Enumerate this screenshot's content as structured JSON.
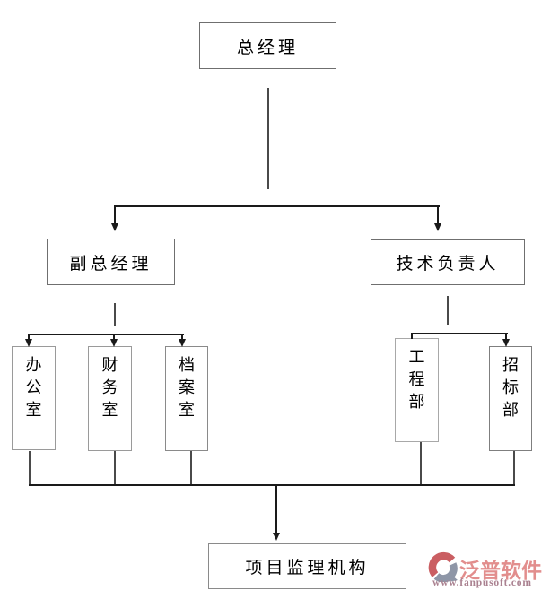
{
  "diagram": {
    "type": "org-chart",
    "nodes": {
      "general_manager": {
        "label": "总经理"
      },
      "deputy_general_manager": {
        "label": "副总经理"
      },
      "technical_director": {
        "label": "技术负责人"
      },
      "office": {
        "label": "办公室",
        "display": "办\n公\n室"
      },
      "finance_office": {
        "label": "财务室",
        "display": "财\n务\n室"
      },
      "archives_office": {
        "label": "档案室",
        "display": "档\n案\n室"
      },
      "engineering_dept": {
        "label": "工程部",
        "display": "工\n程\n部"
      },
      "bidding_dept": {
        "label": "招标部",
        "display": "招\n标\n部"
      },
      "project_supervision_org": {
        "label": "项目监理机构"
      }
    },
    "edges": [
      {
        "from": "general_manager",
        "to": "deputy_general_manager"
      },
      {
        "from": "general_manager",
        "to": "technical_director"
      },
      {
        "from": "deputy_general_manager",
        "to": "office"
      },
      {
        "from": "deputy_general_manager",
        "to": "finance_office"
      },
      {
        "from": "deputy_general_manager",
        "to": "archives_office"
      },
      {
        "from": "technical_director",
        "to": "engineering_dept"
      },
      {
        "from": "technical_director",
        "to": "bidding_dept"
      },
      {
        "from": "office",
        "to": "project_supervision_org"
      },
      {
        "from": "finance_office",
        "to": "project_supervision_org"
      },
      {
        "from": "archives_office",
        "to": "project_supervision_org"
      },
      {
        "from": "engineering_dept",
        "to": "project_supervision_org"
      },
      {
        "from": "bidding_dept",
        "to": "project_supervision_org"
      }
    ]
  },
  "branding": {
    "logo_text": "泛普软件",
    "website": "www.fanpusoft.com"
  },
  "colors": {
    "line_color": "#1a1a1a",
    "stub_line_color": "#4a4a4a",
    "box_border_color": "#808080",
    "logo_red": "#ca5e62",
    "logo_slate": "#8e96a7",
    "logo_text_color": "#e28e8d",
    "website_color": "#aa8190"
  }
}
